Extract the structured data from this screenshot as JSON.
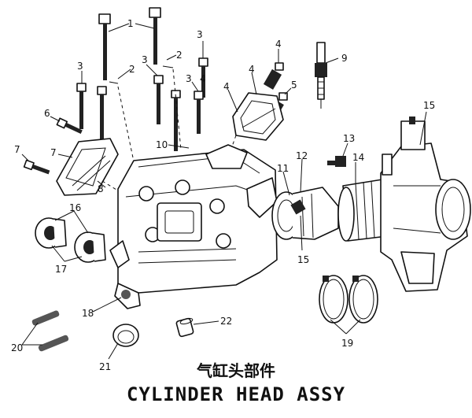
{
  "diagram": {
    "title_cn": "气缸头部件",
    "title_en": "CYLINDER HEAD ASSY",
    "callouts": [
      "1",
      "2",
      "2",
      "3",
      "3",
      "3",
      "3",
      "4",
      "4",
      "4",
      "4",
      "5",
      "6",
      "7",
      "7",
      "8",
      "9",
      "10",
      "11",
      "12",
      "13",
      "14",
      "15",
      "15",
      "16",
      "17",
      "18",
      "19",
      "20",
      "21",
      "22"
    ]
  }
}
